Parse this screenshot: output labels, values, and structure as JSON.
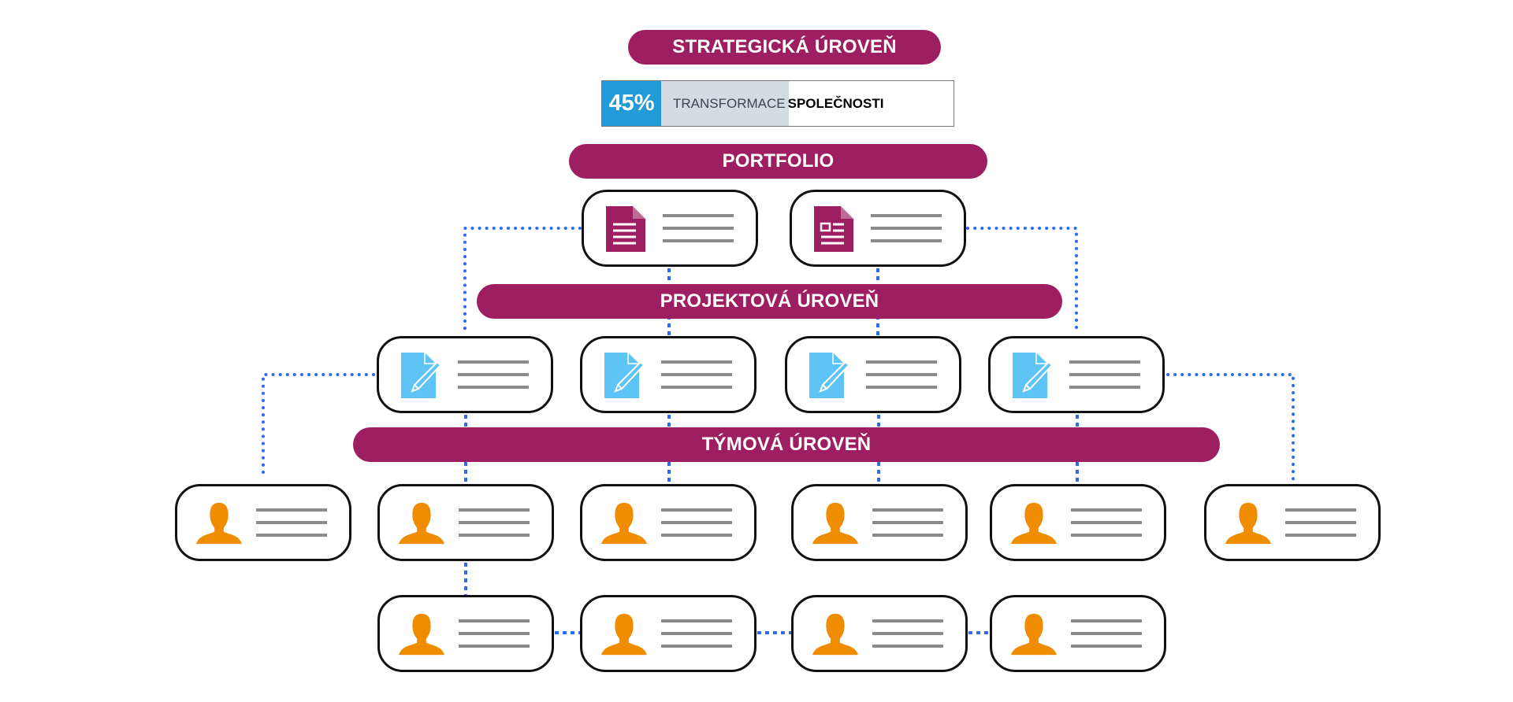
{
  "levels": {
    "strategic": "STRATEGICKÁ ÚROVEŇ",
    "portfolio": "PORTFOLIO",
    "project": "PROJEKTOVÁ ÚROVEŇ",
    "team": "TÝMOVÁ ÚROVEŇ"
  },
  "progress": {
    "percent_label": "45%",
    "value": 0.45,
    "label_part1": "TRANSFORMACE",
    "label_part2": "SPOLEČNOSTI"
  },
  "colors": {
    "level_pill": "#9e1e62",
    "progress_blue": "#229bd8",
    "progress_fill": "#d3dbe4",
    "connector": "#2f6bf2",
    "portfolio_icon": "#9e1e62",
    "project_icon": "#5ec4f5",
    "team_icon": "#f08c00"
  },
  "portfolio_items": [
    {
      "icon": "document-text-icon"
    },
    {
      "icon": "document-image-icon"
    }
  ],
  "project_items": [
    {
      "icon": "document-edit-icon"
    },
    {
      "icon": "document-edit-icon"
    },
    {
      "icon": "document-edit-icon"
    },
    {
      "icon": "document-edit-icon"
    }
  ],
  "team_items_row1": [
    {
      "icon": "person-icon"
    },
    {
      "icon": "person-icon"
    },
    {
      "icon": "person-icon"
    },
    {
      "icon": "person-icon"
    },
    {
      "icon": "person-icon"
    },
    {
      "icon": "person-icon"
    }
  ],
  "team_items_row2": [
    {
      "icon": "person-icon"
    },
    {
      "icon": "person-icon"
    },
    {
      "icon": "person-icon"
    },
    {
      "icon": "person-icon"
    }
  ]
}
